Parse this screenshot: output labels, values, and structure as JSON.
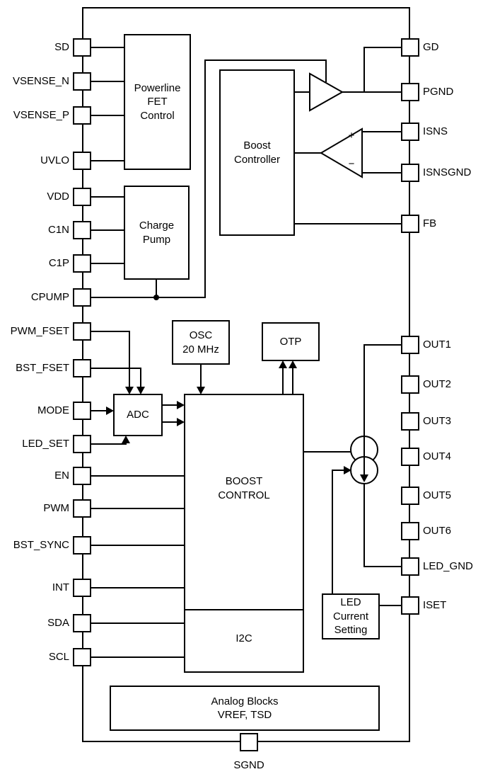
{
  "pins": {
    "left": [
      {
        "label": "SD"
      },
      {
        "label": "VSENSE_N"
      },
      {
        "label": "VSENSE_P"
      },
      {
        "label": "UVLO"
      },
      {
        "label": "VDD"
      },
      {
        "label": "C1N"
      },
      {
        "label": "C1P"
      },
      {
        "label": "CPUMP"
      },
      {
        "label": "PWM_FSET"
      },
      {
        "label": "BST_FSET"
      },
      {
        "label": "MODE"
      },
      {
        "label": "LED_SET"
      },
      {
        "label": "EN"
      },
      {
        "label": "PWM"
      },
      {
        "label": "BST_SYNC"
      },
      {
        "label": "INT"
      },
      {
        "label": "SDA"
      },
      {
        "label": "SCL"
      }
    ],
    "right": [
      {
        "label": "GD"
      },
      {
        "label": "PGND"
      },
      {
        "label": "ISNS"
      },
      {
        "label": "ISNSGND"
      },
      {
        "label": "FB"
      },
      {
        "label": "OUT1"
      },
      {
        "label": "OUT2"
      },
      {
        "label": "OUT3"
      },
      {
        "label": "OUT4"
      },
      {
        "label": "OUT5"
      },
      {
        "label": "OUT6"
      },
      {
        "label": "LED_GND"
      },
      {
        "label": "ISET"
      }
    ],
    "bottom": [
      {
        "label": "SGND"
      }
    ]
  },
  "blocks": {
    "powerline_fet_control": "Powerline\nFET\nControl",
    "charge_pump": "Charge\nPump",
    "boost_controller": "Boost\nController",
    "osc": "OSC\n20 MHz",
    "otp": "OTP",
    "adc": "ADC",
    "boost_control": "BOOST\nCONTROL",
    "i2c": "I2C",
    "led_current_setting": "LED\nCurrent\nSetting",
    "analog_blocks": "Analog Blocks\nVREF, TSD"
  },
  "comparator": {
    "plus": "+",
    "minus": "−"
  },
  "colors": {
    "wire": "#000000",
    "background": "#ffffff"
  }
}
